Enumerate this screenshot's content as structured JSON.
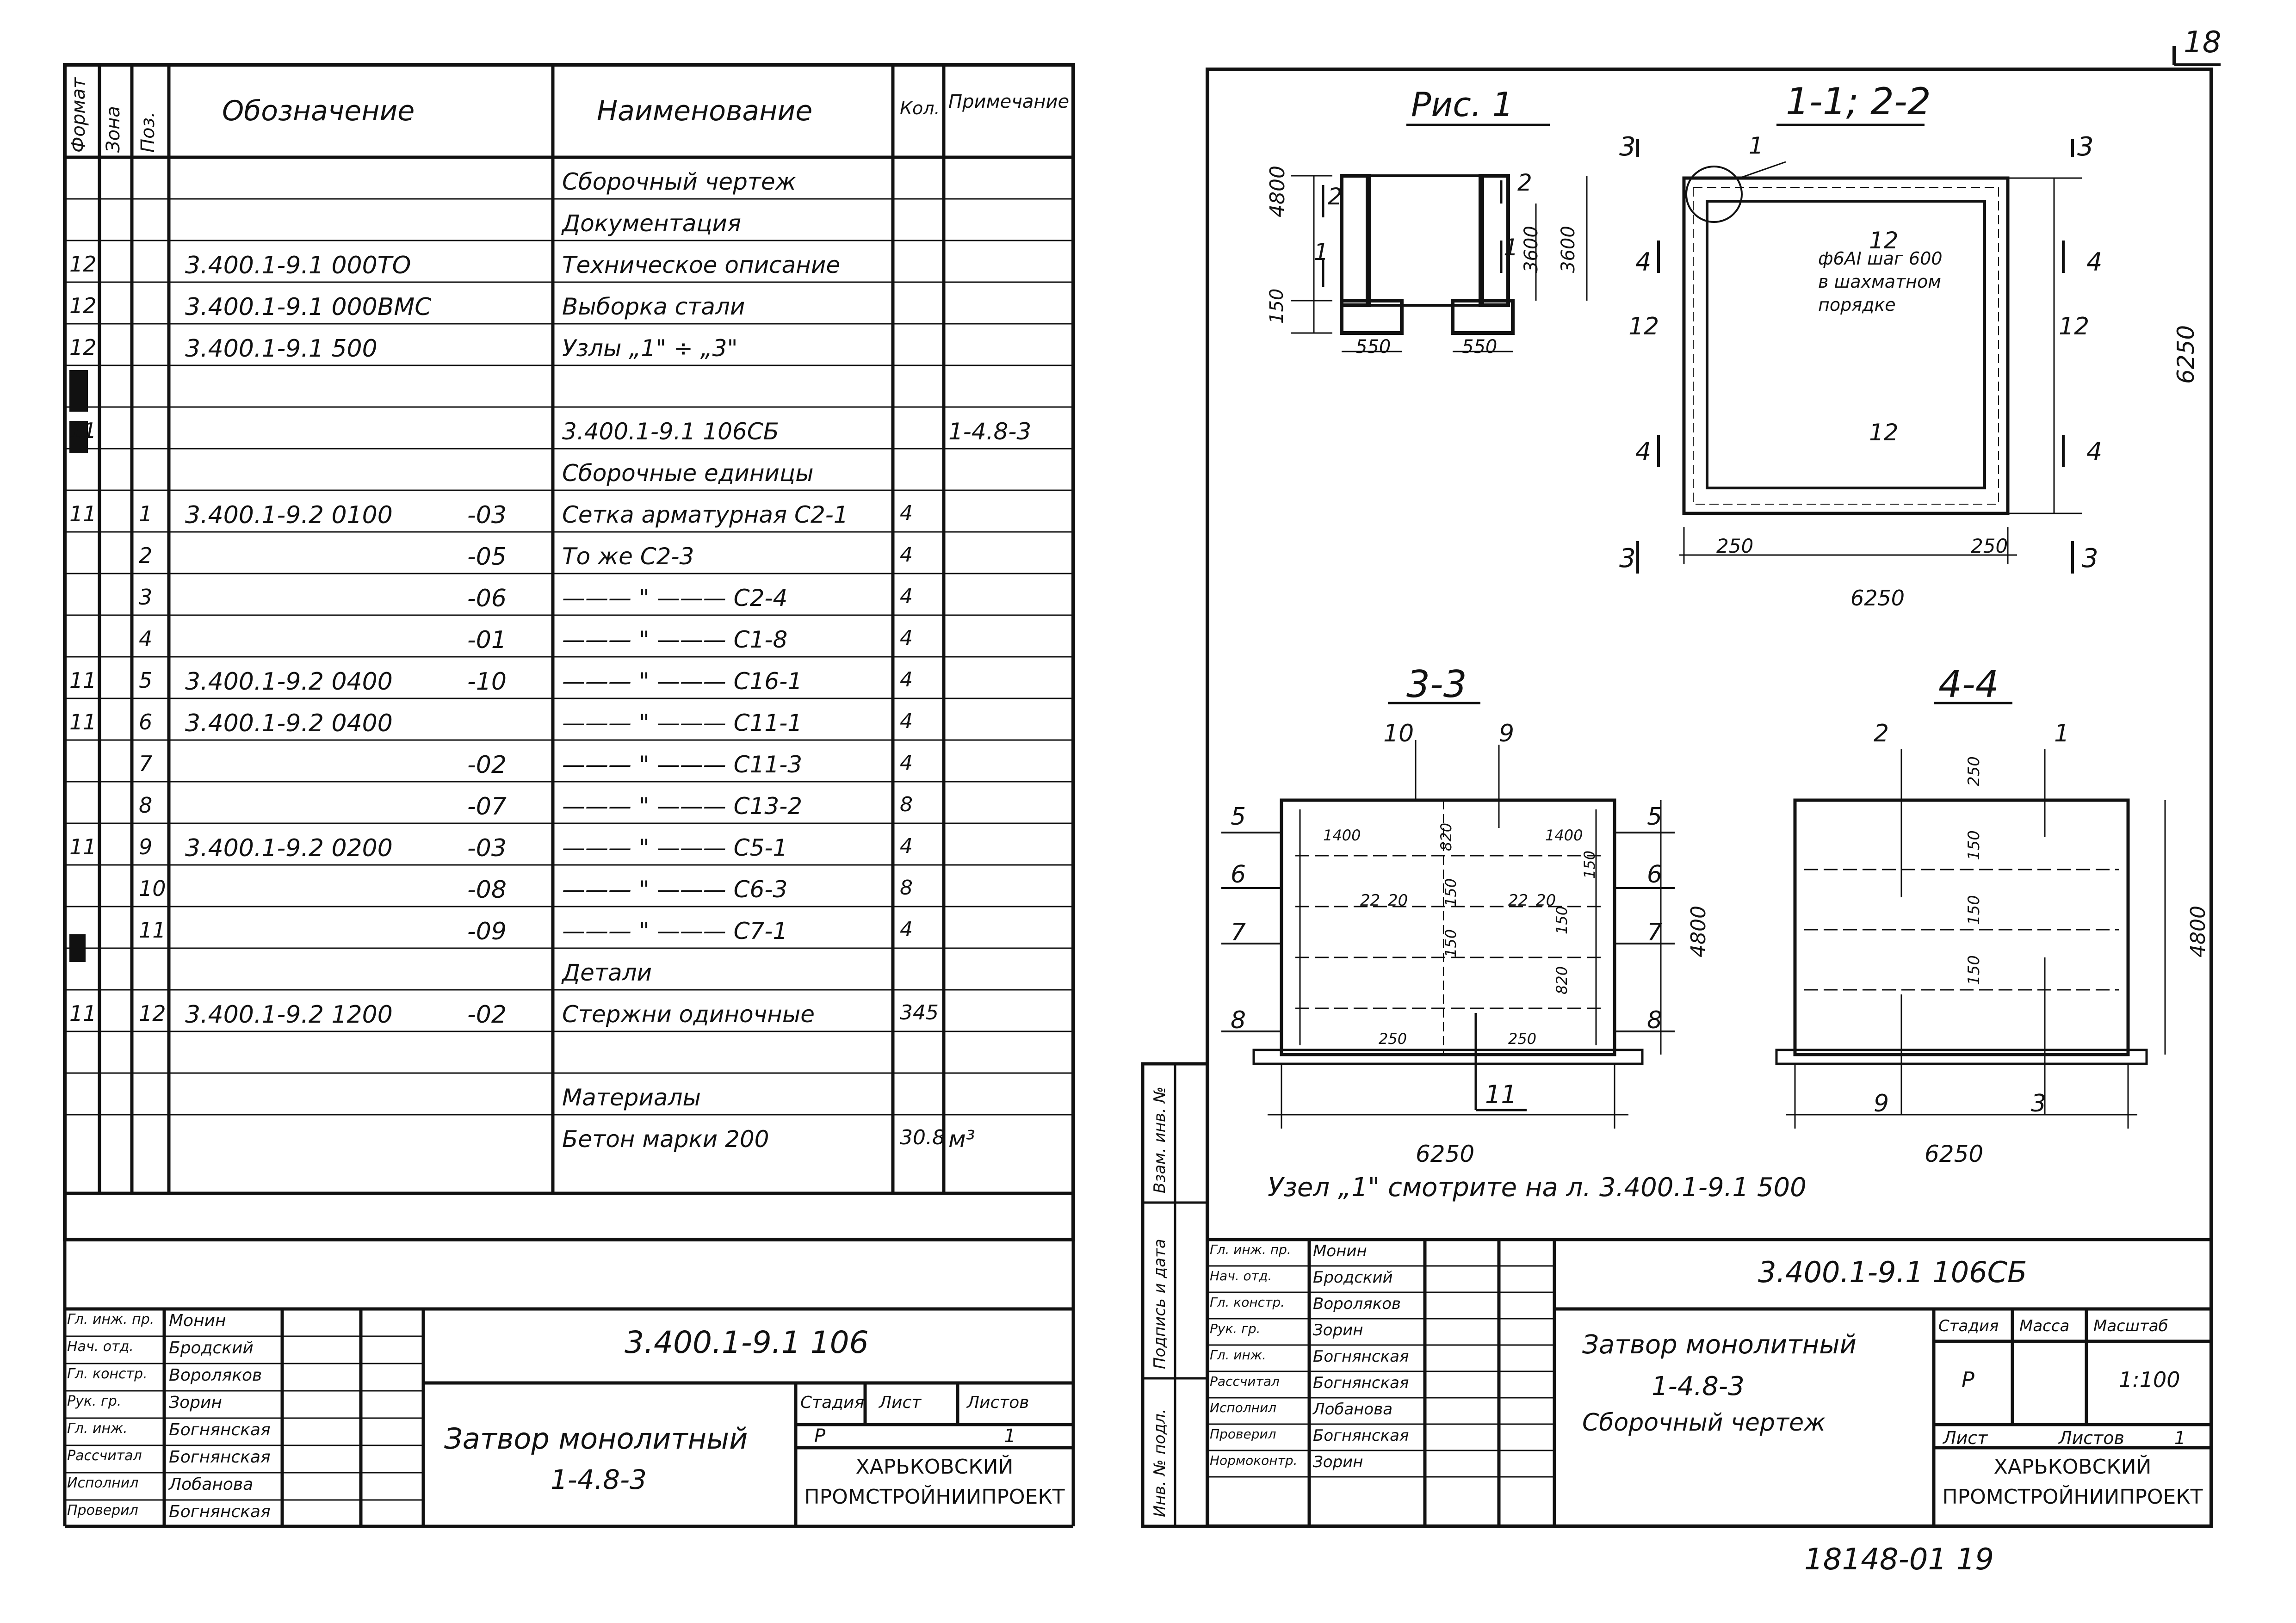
{
  "page_number": "18",
  "bottom_code": "18148-01  19",
  "spec": {
    "headers": {
      "format": "Формат",
      "zone": "Зона",
      "pos": "Поз.",
      "designation": "Обозначение",
      "name": "Наименование",
      "qty": "Кол.",
      "note": "Примечание"
    },
    "rows": [
      {
        "format": "",
        "pos": "",
        "designation": "",
        "suffix": "",
        "name": "Сборочный чертеж",
        "qty": "",
        "note": ""
      },
      {
        "format": "",
        "pos": "",
        "designation": "",
        "suffix": "",
        "name": "Документация",
        "qty": "",
        "note": ""
      },
      {
        "format": "12",
        "pos": "",
        "designation": "3.400.1-9.1 000ТО",
        "suffix": "",
        "name": "Техническое описание",
        "qty": "",
        "note": ""
      },
      {
        "format": "12",
        "pos": "",
        "designation": "3.400.1-9.1 000ВМС",
        "suffix": "",
        "name": "Выборка стали",
        "qty": "",
        "note": ""
      },
      {
        "format": "12",
        "pos": "",
        "designation": "3.400.1-9.1 500",
        "suffix": "",
        "name": "Узлы „1\" ÷ „3\"",
        "qty": "",
        "note": ""
      },
      {
        "format": "",
        "pos": "",
        "designation": "",
        "suffix": "",
        "name": "",
        "qty": "",
        "note": ""
      },
      {
        "format": "11",
        "pos": "",
        "designation": "",
        "suffix": "",
        "name": "3.400.1-9.1 106СБ",
        "qty": "",
        "note": "1-4.8-3"
      },
      {
        "format": "",
        "pos": "",
        "designation": "",
        "suffix": "",
        "name": "Сборочные единицы",
        "qty": "",
        "note": ""
      },
      {
        "format": "11",
        "pos": "1",
        "designation": "3.400.1-9.2  0100",
        "suffix": "-03",
        "name": "Сетка арматурная  С2-1",
        "qty": "4",
        "note": ""
      },
      {
        "format": "",
        "pos": "2",
        "designation": "",
        "suffix": "-05",
        "name": "То же        С2-3",
        "qty": "4",
        "note": ""
      },
      {
        "format": "",
        "pos": "3",
        "designation": "",
        "suffix": "-06",
        "name": "——— \" ———  С2-4",
        "qty": "4",
        "note": ""
      },
      {
        "format": "",
        "pos": "4",
        "designation": "",
        "suffix": "-01",
        "name": "——— \" ———  С1-8",
        "qty": "4",
        "note": ""
      },
      {
        "format": "11",
        "pos": "5",
        "designation": "3.400.1-9.2  0400",
        "suffix": "-10",
        "name": "——— \" ———  С16-1",
        "qty": "4",
        "note": ""
      },
      {
        "format": "11",
        "pos": "6",
        "designation": "3.400.1-9.2  0400",
        "suffix": "",
        "name": "——— \" ———  С11-1",
        "qty": "4",
        "note": ""
      },
      {
        "format": "",
        "pos": "7",
        "designation": "",
        "suffix": "-02",
        "name": "——— \" ———  С11-3",
        "qty": "4",
        "note": ""
      },
      {
        "format": "",
        "pos": "8",
        "designation": "",
        "suffix": "-07",
        "name": "——— \" ———  С13-2",
        "qty": "8",
        "note": ""
      },
      {
        "format": "11",
        "pos": "9",
        "designation": "3.400.1-9.2  0200",
        "suffix": "-03",
        "name": "——— \" ———  С5-1",
        "qty": "4",
        "note": ""
      },
      {
        "format": "",
        "pos": "10",
        "designation": "",
        "suffix": "-08",
        "name": "——— \" ———  С6-3",
        "qty": "8",
        "note": ""
      },
      {
        "format": "",
        "pos": "11",
        "designation": "",
        "suffix": "-09",
        "name": "——— \" ———  С7-1",
        "qty": "4",
        "note": ""
      },
      {
        "format": "",
        "pos": "",
        "designation": "",
        "suffix": "",
        "name": "Детали",
        "qty": "",
        "note": ""
      },
      {
        "format": "11",
        "pos": "12",
        "designation": "3.400.1-9.2  1200",
        "suffix": "-02",
        "name": "Стержни одиночные",
        "qty": "345",
        "note": ""
      },
      {
        "format": "",
        "pos": "",
        "designation": "",
        "suffix": "",
        "name": "",
        "qty": "",
        "note": ""
      },
      {
        "format": "",
        "pos": "",
        "designation": "",
        "suffix": "",
        "name": "Материалы",
        "qty": "",
        "note": ""
      },
      {
        "format": "",
        "pos": "",
        "designation": "",
        "suffix": "",
        "name": "Бетон марки   200",
        "qty": "30.8",
        "note": "м³"
      }
    ]
  },
  "title_block_left": {
    "people": [
      {
        "role": "Гл. инж. пр.",
        "name": "Монин"
      },
      {
        "role": "Нач. отд.",
        "name": "Бродский"
      },
      {
        "role": "Гл. констр.",
        "name": "Вороляков"
      },
      {
        "role": "Рук. гр.",
        "name": "Зорин"
      },
      {
        "role": "Гл. инж.",
        "name": "Богнянская"
      },
      {
        "role": "Рассчитал",
        "name": "Богнянская"
      },
      {
        "role": "Исполнил",
        "name": "Лобанова"
      },
      {
        "role": "Проверил",
        "name": "Богнянская"
      }
    ],
    "doc_code": "3.400.1-9.1  106",
    "title_line1": "Затвор монолитный",
    "title_line2": "1-4.8-3",
    "stage_label": "Стадия",
    "sheet_label": "Лист",
    "sheets_label": "Листов",
    "stage_value": "Р",
    "sheets_value": "1",
    "org_line1": "ХАРЬКОВСКИЙ",
    "org_line2": "ПРОМСТРОЙНИИПРОЕКТ"
  },
  "title_block_right": {
    "people": [
      {
        "role": "Гл. инж. пр.",
        "name": "Монин"
      },
      {
        "role": "Нач. отд.",
        "name": "Бродский"
      },
      {
        "role": "Гл. констр.",
        "name": "Вороляков"
      },
      {
        "role": "Рук. гр.",
        "name": "Зорин"
      },
      {
        "role": "Гл. инж.",
        "name": "Богнянская"
      },
      {
        "role": "Рассчитал",
        "name": "Богнянская"
      },
      {
        "role": "Исполнил",
        "name": "Лобанова"
      },
      {
        "role": "Проверил",
        "name": "Богнянская"
      },
      {
        "role": "Нормоконтр.",
        "name": "Зорин"
      }
    ],
    "doc_code": "3.400.1-9.1  106СБ",
    "title_line1": "Затвор монолитный",
    "title_line2": "1-4.8-3",
    "title_line3": "Сборочный чертеж",
    "stage_label": "Стадия",
    "mass_label": "Масса",
    "scale_label": "Масштаб",
    "stage_value": "Р",
    "scale_value": "1:100",
    "sheet_label": "Лист",
    "sheets_label": "Листов",
    "sheets_value": "1",
    "org_line1": "ХАРЬКОВСКИЙ",
    "org_line2": "ПРОМСТРОЙНИИПРОЕКТ",
    "side_labels": [
      "Взам. инв. №",
      "Подпись и дата",
      "Инв. № подл."
    ]
  },
  "drawing": {
    "fig1_title": "Рис. 1",
    "fig1_dims": [
      "4800",
      "150",
      "3600",
      "3600",
      "550",
      "550",
      "1",
      "1",
      "2",
      "2"
    ],
    "sec12_title": "1-1; 2-2",
    "sec12_dims": [
      "6250",
      "6250",
      "250",
      "250",
      "12",
      "12",
      "12",
      "12",
      "1",
      "3",
      "3",
      "3",
      "3",
      "4",
      "4",
      "4",
      "4"
    ],
    "sec12_note1": "ф6АI шаг 600",
    "sec12_note2": "в шахматном",
    "sec12_note3": "порядке",
    "sec33_title": "3-3",
    "sec33_dims": [
      "6250",
      "4800",
      "10",
      "9",
      "5",
      "5",
      "6",
      "6",
      "7",
      "7",
      "8",
      "8",
      "11",
      "1400",
      "1400",
      "22",
      "20",
      "22",
      "20",
      "150",
      "150",
      "250",
      "250",
      "820",
      "820",
      "150",
      "150"
    ],
    "sec44_title": "4-4",
    "sec44_dims": [
      "6250",
      "4800",
      "2",
      "1",
      "9",
      "3",
      "250",
      "150",
      "150",
      "150"
    ],
    "node_note": "Узел „1\" смотрите на л. 3.400.1-9.1  500"
  }
}
